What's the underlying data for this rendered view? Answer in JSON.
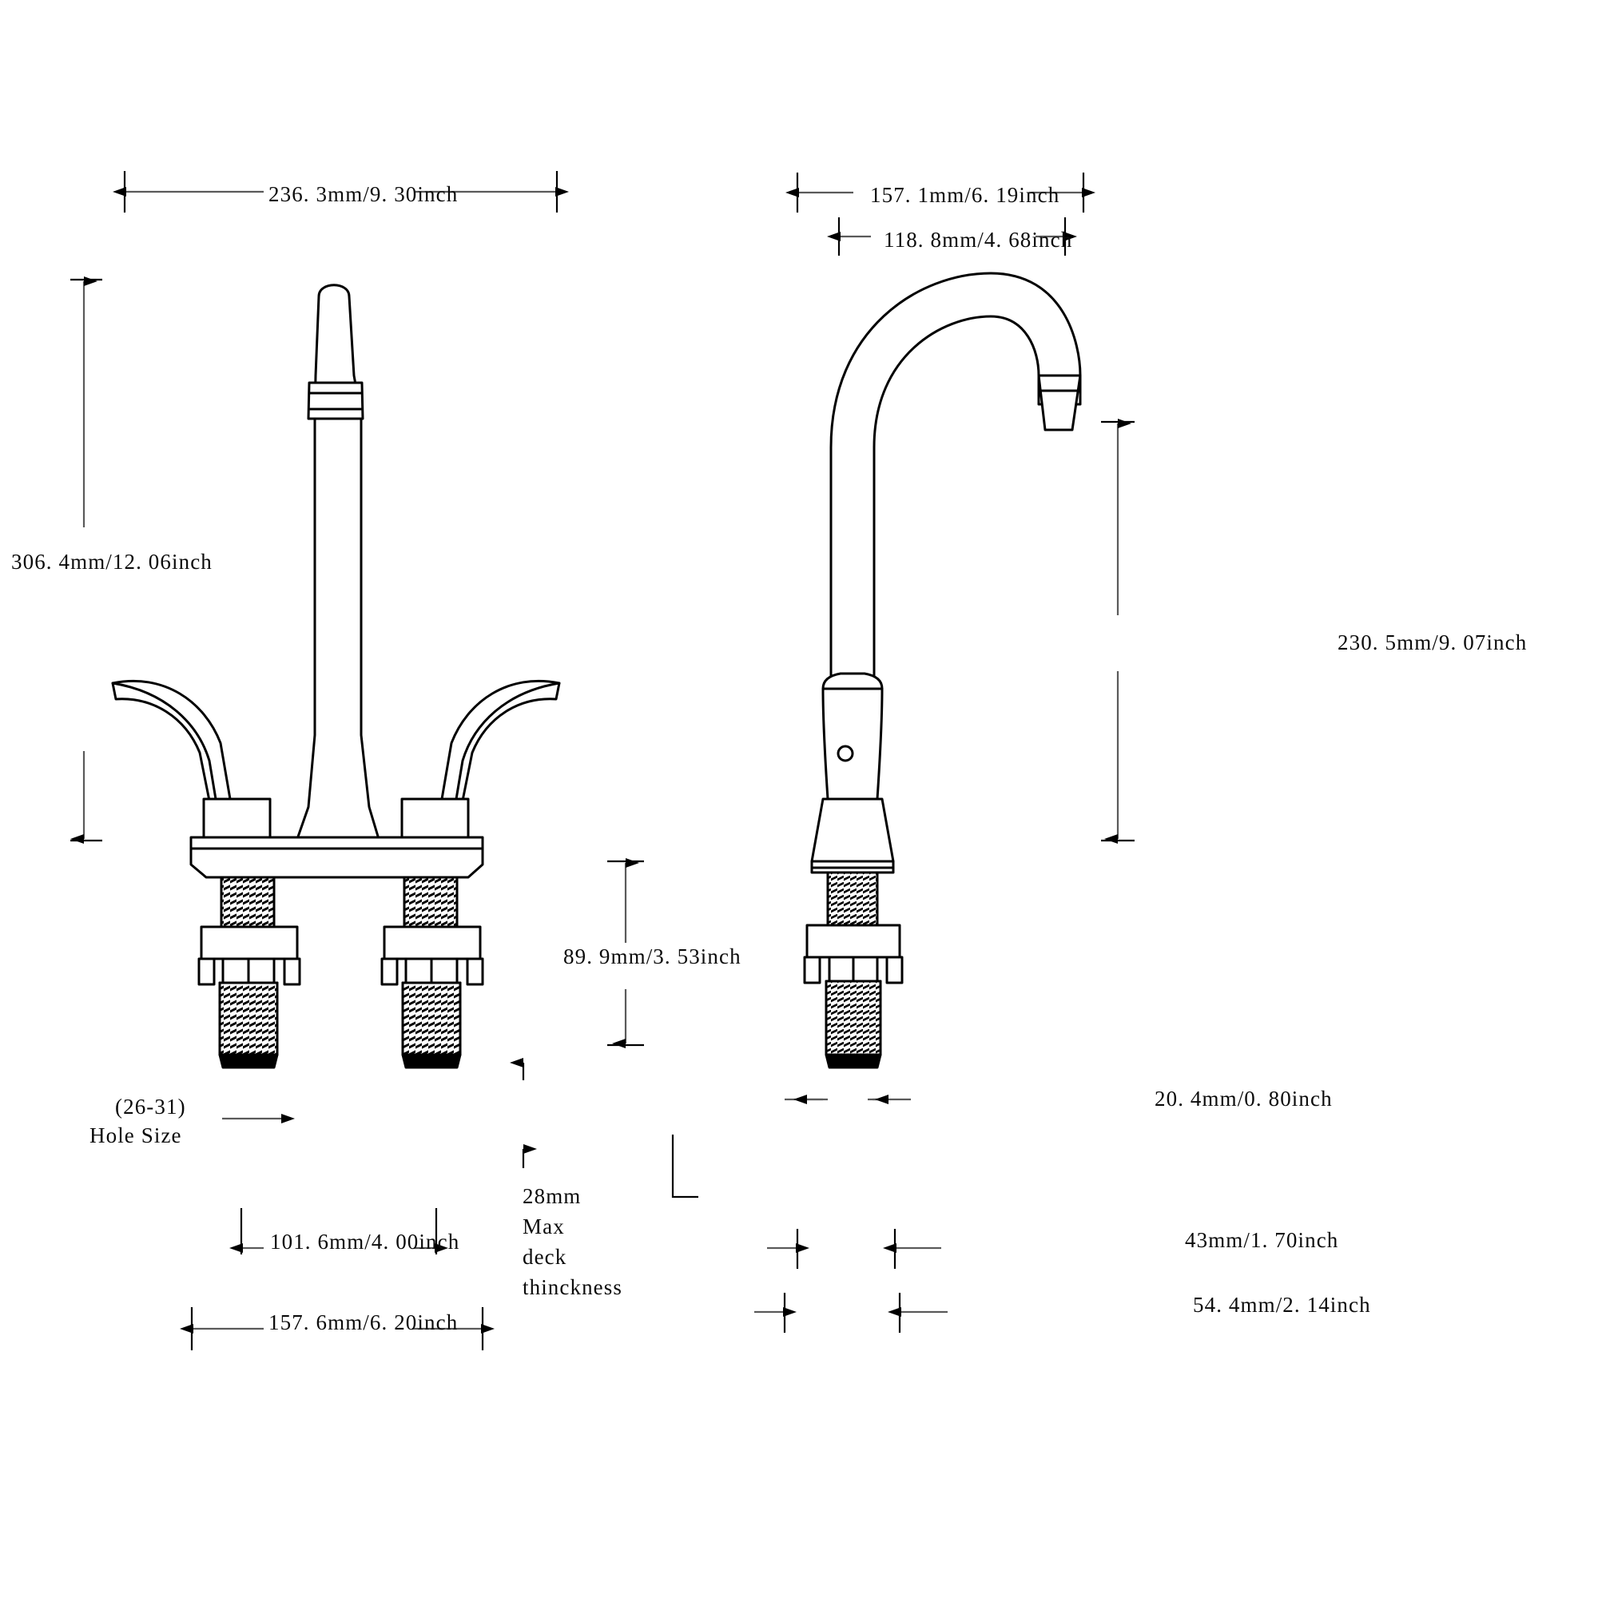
{
  "drawing": {
    "title": "Two-handle centerset faucet dimension drawing",
    "units_note": "mm / inch",
    "line_color": "#000000",
    "dim_line_color": "#5a5a5a",
    "background": "#ffffff"
  },
  "views": {
    "left": {
      "name": "front-view",
      "description": "Front elevation of two-handle faucet with lever handles"
    },
    "right": {
      "name": "side-view",
      "description": "Side elevation of gooseneck spout"
    }
  },
  "dimensions": {
    "front_overall_width": "236. 3mm/9. 30inch",
    "front_overall_height": "306. 4mm/12. 06inch",
    "front_spout_height": "89. 9mm/3. 53inch",
    "front_hole_size": "(26-31)",
    "front_hole_size_label": "Hole Size",
    "front_center_to_center": "101. 6mm/4. 00inch",
    "front_base_width": "157. 6mm/6. 20inch",
    "deck_note_1": "28mm",
    "deck_note_2": "Max",
    "deck_note_3": "deck",
    "deck_note_4": "thinckness",
    "side_overall_reach": "157. 1mm/6. 19inch",
    "side_spout_reach": "118. 8mm/4. 68inch",
    "side_overall_height": "230. 5mm/9. 07inch",
    "side_shank_diameter": "20. 4mm/0. 80inch",
    "side_base_depth_1": "43mm/1. 70inch",
    "side_base_depth_2": "54. 4mm/2. 14inch"
  }
}
